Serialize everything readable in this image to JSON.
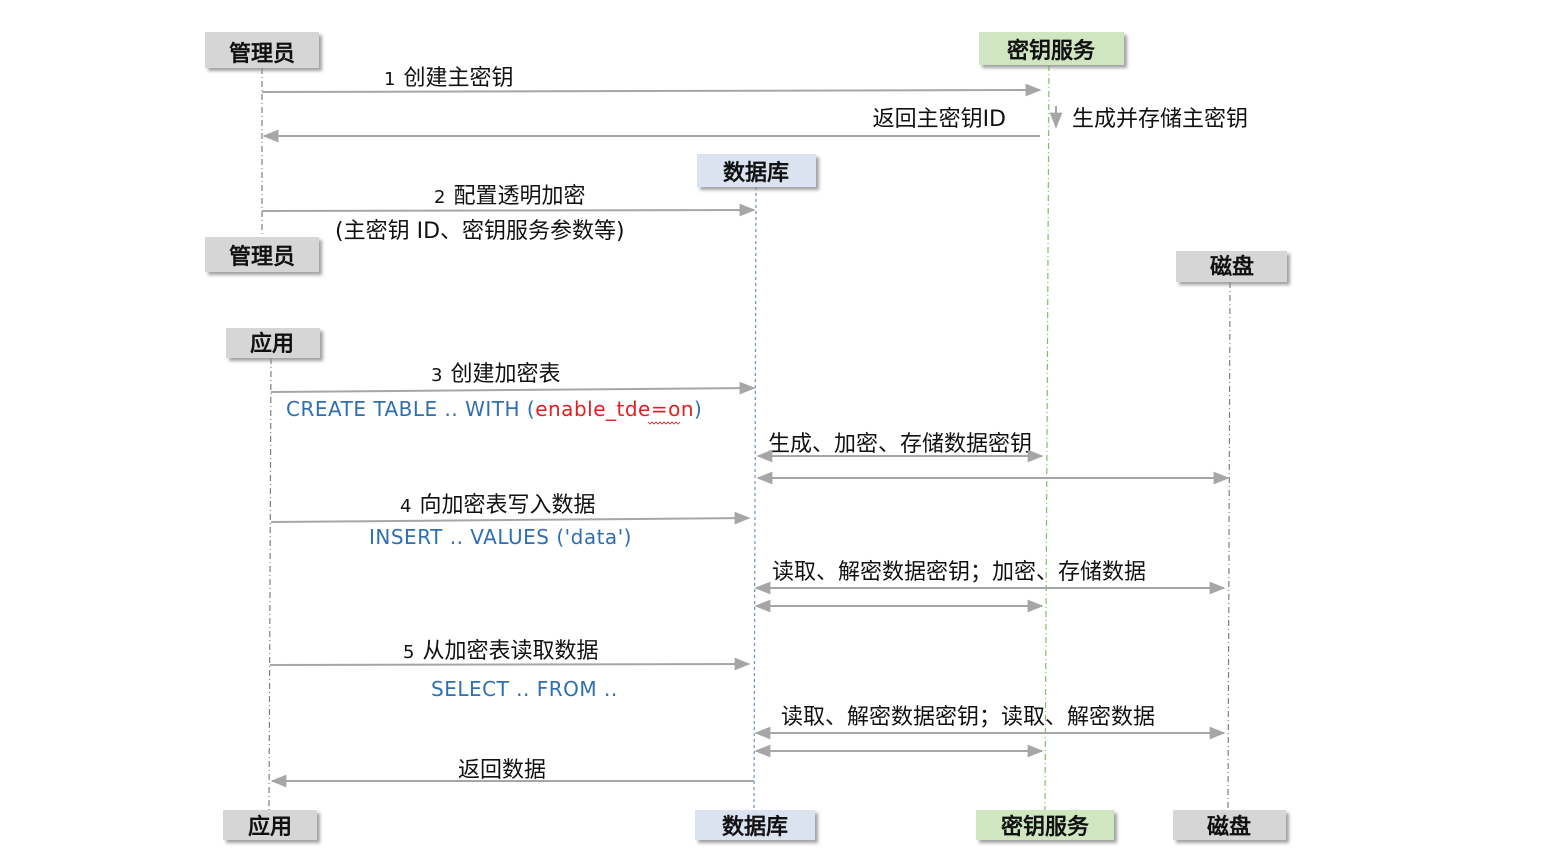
{
  "colors": {
    "box_gray": "#d6d6d6",
    "box_blue": "#dbe3f0",
    "box_green": "#cfe6c0",
    "arrow": "#a6a6a6",
    "code_blue": "#2f6fb1",
    "code_red": "#e02020",
    "lifeline_gray": "#7f7f7f",
    "lifeline_blue": "#6f8fc8",
    "lifeline_green": "#7fbf5f"
  },
  "participants": {
    "admin": "管理员",
    "kms": "密钥服务",
    "db": "数据库",
    "disk": "磁盘",
    "app": "应用"
  },
  "steps": {
    "s1_num": "1",
    "s1_label": "创建主密钥",
    "s1_return": "返回主密钥ID",
    "s1_self": "生成并存储主密钥",
    "s2_num": "2",
    "s2_label": "配置透明加密",
    "s2_params": "(主密钥 ID、密钥服务参数等)",
    "s3_num": "3",
    "s3_label": "创建加密表",
    "s3_code_blue": "CREATE TABLE .. WITH (",
    "s3_code_red": "enable_tde=on",
    "s3_code_close": ")",
    "s3_action": "生成、加密、存储数据密钥",
    "s4_num": "4",
    "s4_label": "向加密表写入数据",
    "s4_code": "INSERT .. VALUES ('data')",
    "s4_action": "读取、解密数据密钥；加密、存储数据",
    "s5_num": "5",
    "s5_label": "从加密表读取数据",
    "s5_code": "SELECT .. FROM ..",
    "s5_action": "读取、解密数据密钥；读取、解密数据",
    "s5_return": "返回数据"
  }
}
